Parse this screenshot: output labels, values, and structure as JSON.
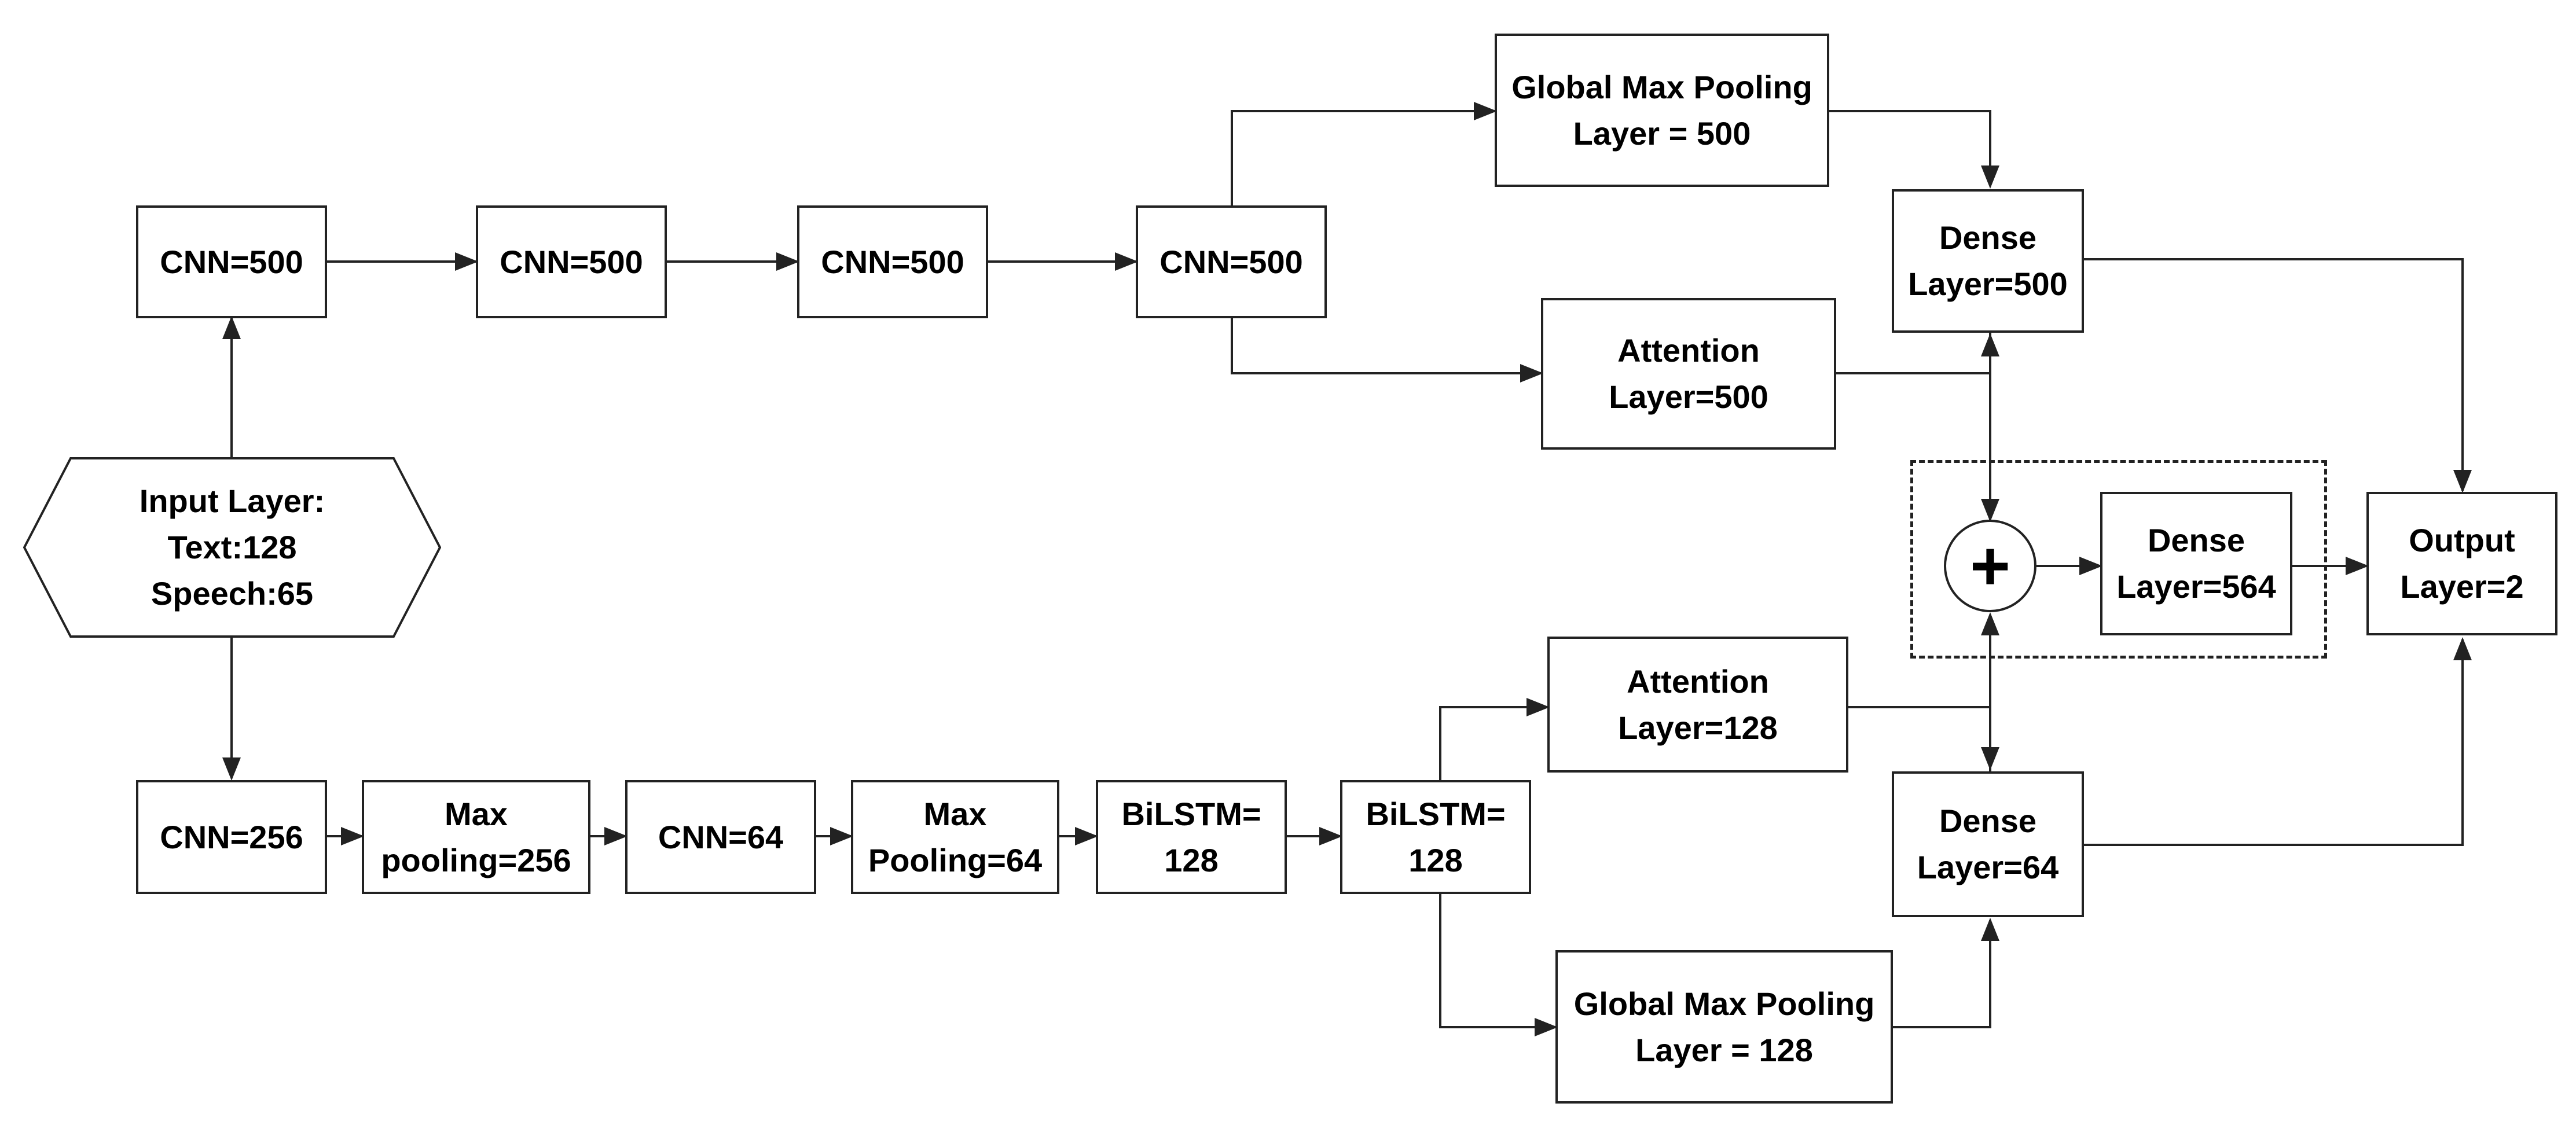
{
  "nodes": {
    "input_layer": "Input Layer:\nText:128\nSpeech:65",
    "cnn_a1": "CNN=500",
    "cnn_a2": "CNN=500",
    "cnn_a3": "CNN=500",
    "cnn_a4": "CNN=500",
    "gmp_top": "Global Max Pooling\nLayer = 500",
    "attn_top": "Attention\nLayer=500",
    "dense_top": "Dense\nLayer=500",
    "cnn_b1": "CNN=256",
    "maxpool_b1": "Max\npooling=256",
    "cnn_b2": "CNN=64",
    "maxpool_b2": "Max\nPooling=64",
    "bilstm_b1": "BiLSTM=\n128",
    "bilstm_b2": "BiLSTM=\n128",
    "attn_bottom": "Attention\nLayer=128",
    "gmp_bottom": "Global Max Pooling\nLayer = 128",
    "dense_bottom": "Dense\nLayer=64",
    "concat_symbol": "+",
    "dense_fusion": "Dense\nLayer=564",
    "output_layer": "Output\nLayer=2"
  },
  "colors": {
    "line": "#222222",
    "fill": "#ffffff",
    "text": "#000000"
  }
}
